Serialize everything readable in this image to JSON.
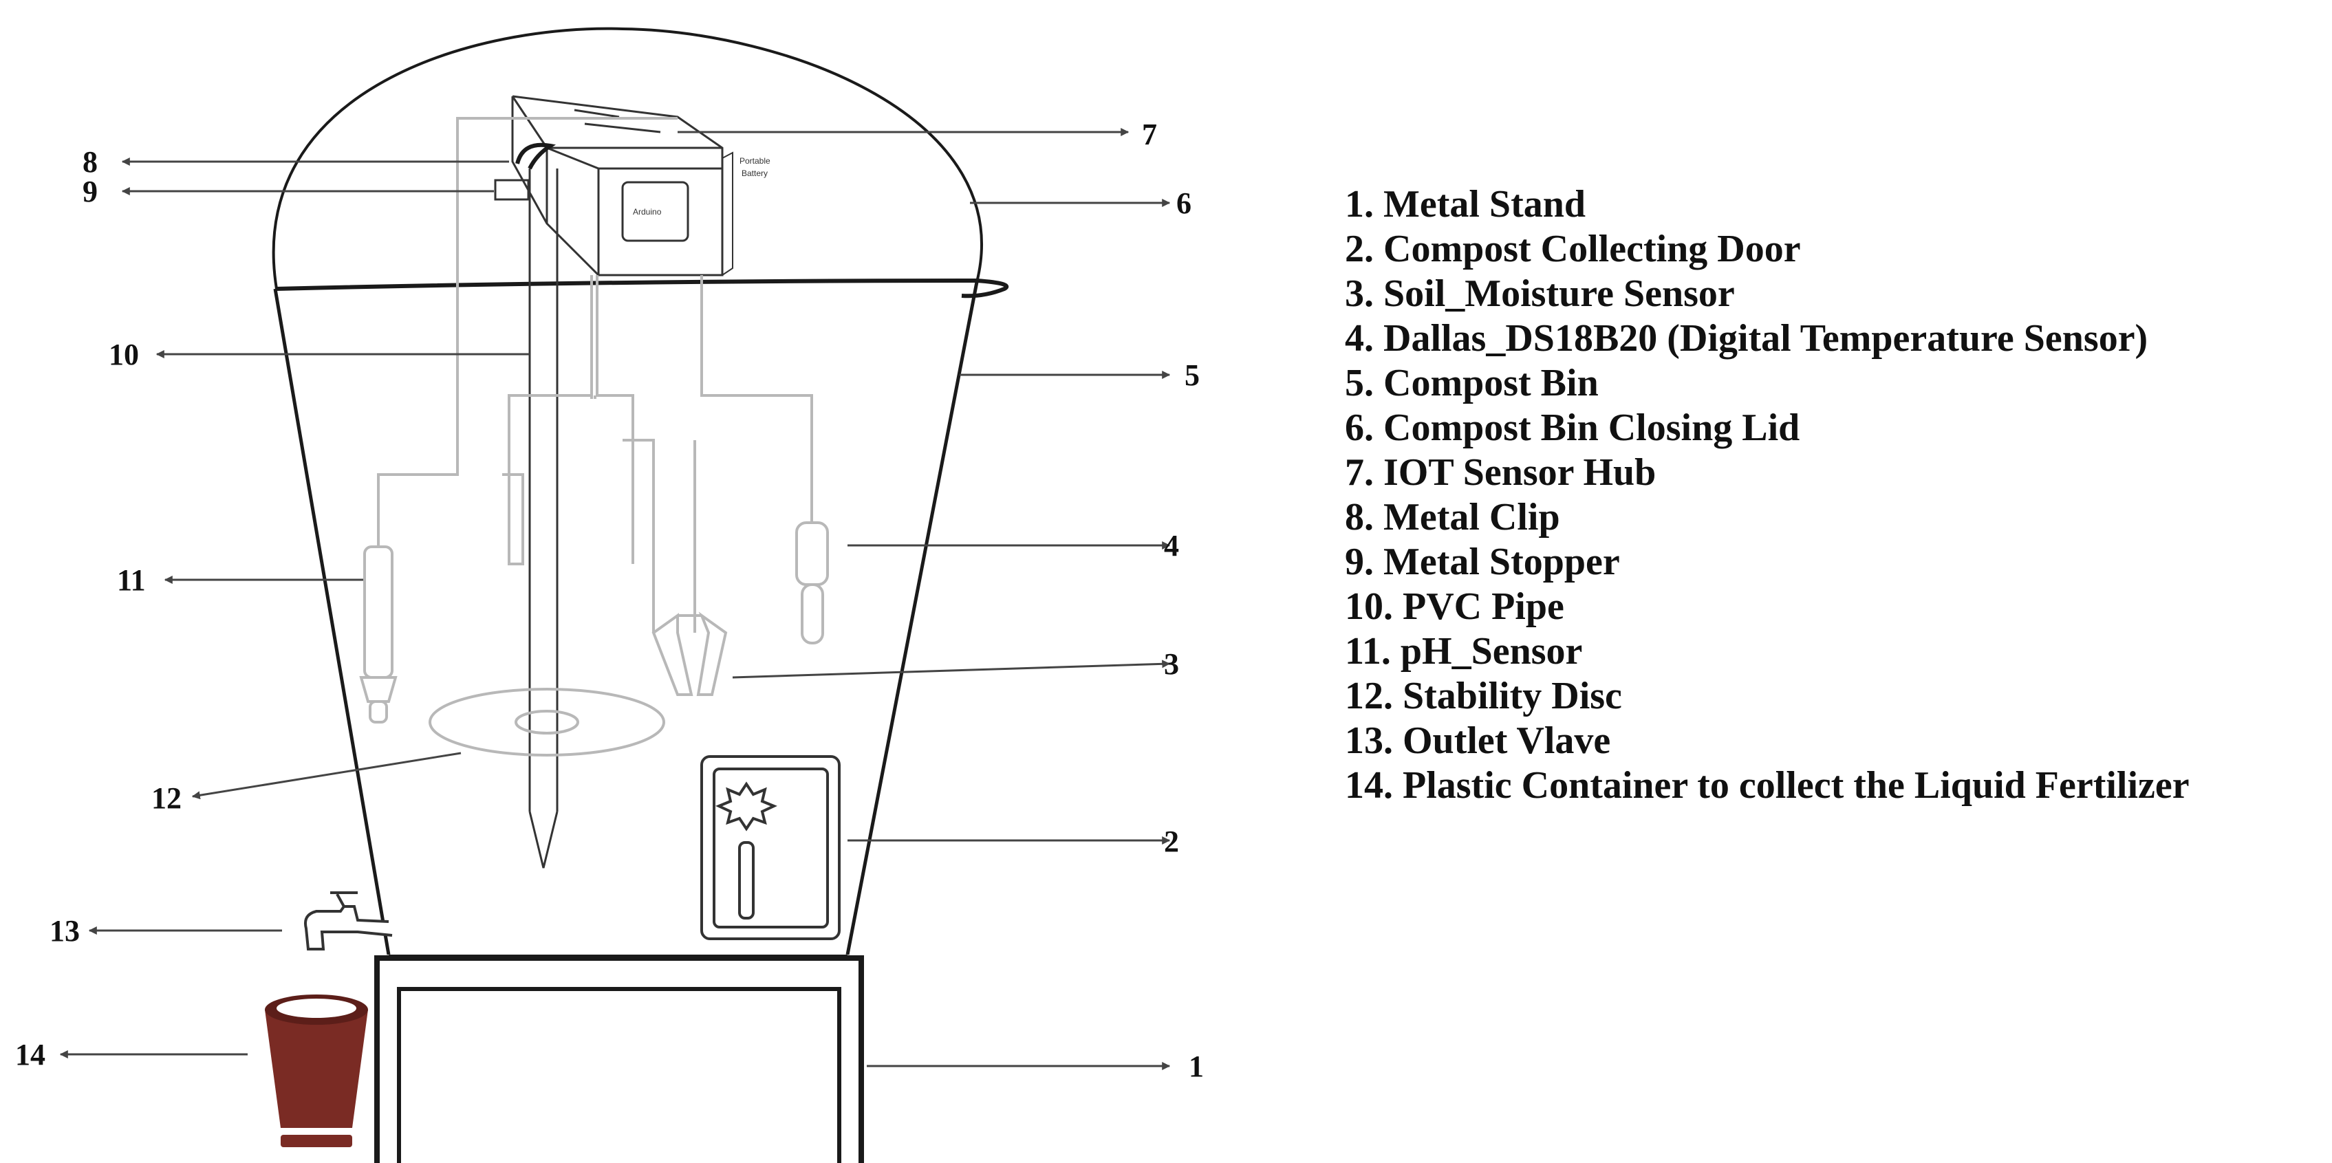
{
  "diagram": {
    "callout_numbers": [
      "1",
      "2",
      "3",
      "4",
      "5",
      "6",
      "7",
      "8",
      "9",
      "10",
      "11",
      "12",
      "13",
      "14"
    ],
    "board_labels": {
      "arduino": "Arduino",
      "battery_line1": "Portable",
      "battery_line2": "Battery"
    },
    "colors": {
      "outline": "#1a1a1a",
      "wire": "#b8b8b8",
      "container": "#7a2b24",
      "container_dark": "#5c1e19",
      "leader": "#444444"
    }
  },
  "legend": {
    "items": [
      "1. Metal Stand",
      "2. Compost Collecting Door",
      "3. Soil_Moisture Sensor",
      "4. Dallas_DS18B20 (Digital Temperature Sensor)",
      "5. Compost Bin",
      "6. Compost Bin Closing Lid",
      "7. IOT Sensor Hub",
      "8. Metal Clip",
      "9. Metal Stopper",
      "10. PVC Pipe",
      "11. pH_Sensor",
      "12. Stability Disc",
      "13. Outlet Vlave",
      "14. Plastic Container to collect the Liquid Fertilizer"
    ]
  }
}
